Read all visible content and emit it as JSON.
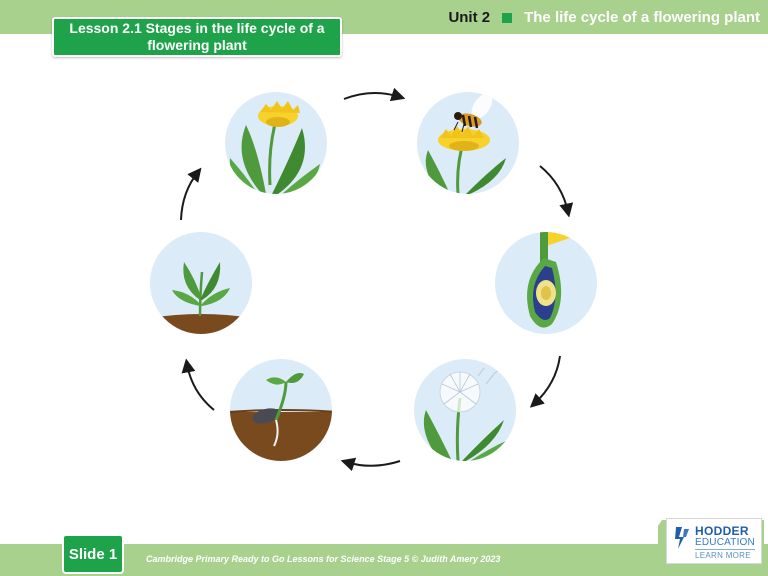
{
  "header": {
    "lesson_title": "Lesson 2.1 Stages in the life cycle of a flowering plant",
    "unit_label": "Unit 2",
    "unit_title": "The life cycle of a flowering plant"
  },
  "footer": {
    "slide_label": "Slide 1",
    "credit": "Cambridge Primary Ready to Go Lessons for Science Stage 5 © Judith Amery 2023"
  },
  "logo": {
    "name": "HODDER",
    "sub": "EDUCATION",
    "tagline": "LEARN MORE"
  },
  "colors": {
    "band": "#a9d18e",
    "accent_green": "#1fa34a",
    "circle_bg": "#dcebf8",
    "soil": "#7a4a1f",
    "leaf": "#4f9a3c",
    "petal": "#f6d22a"
  }
}
